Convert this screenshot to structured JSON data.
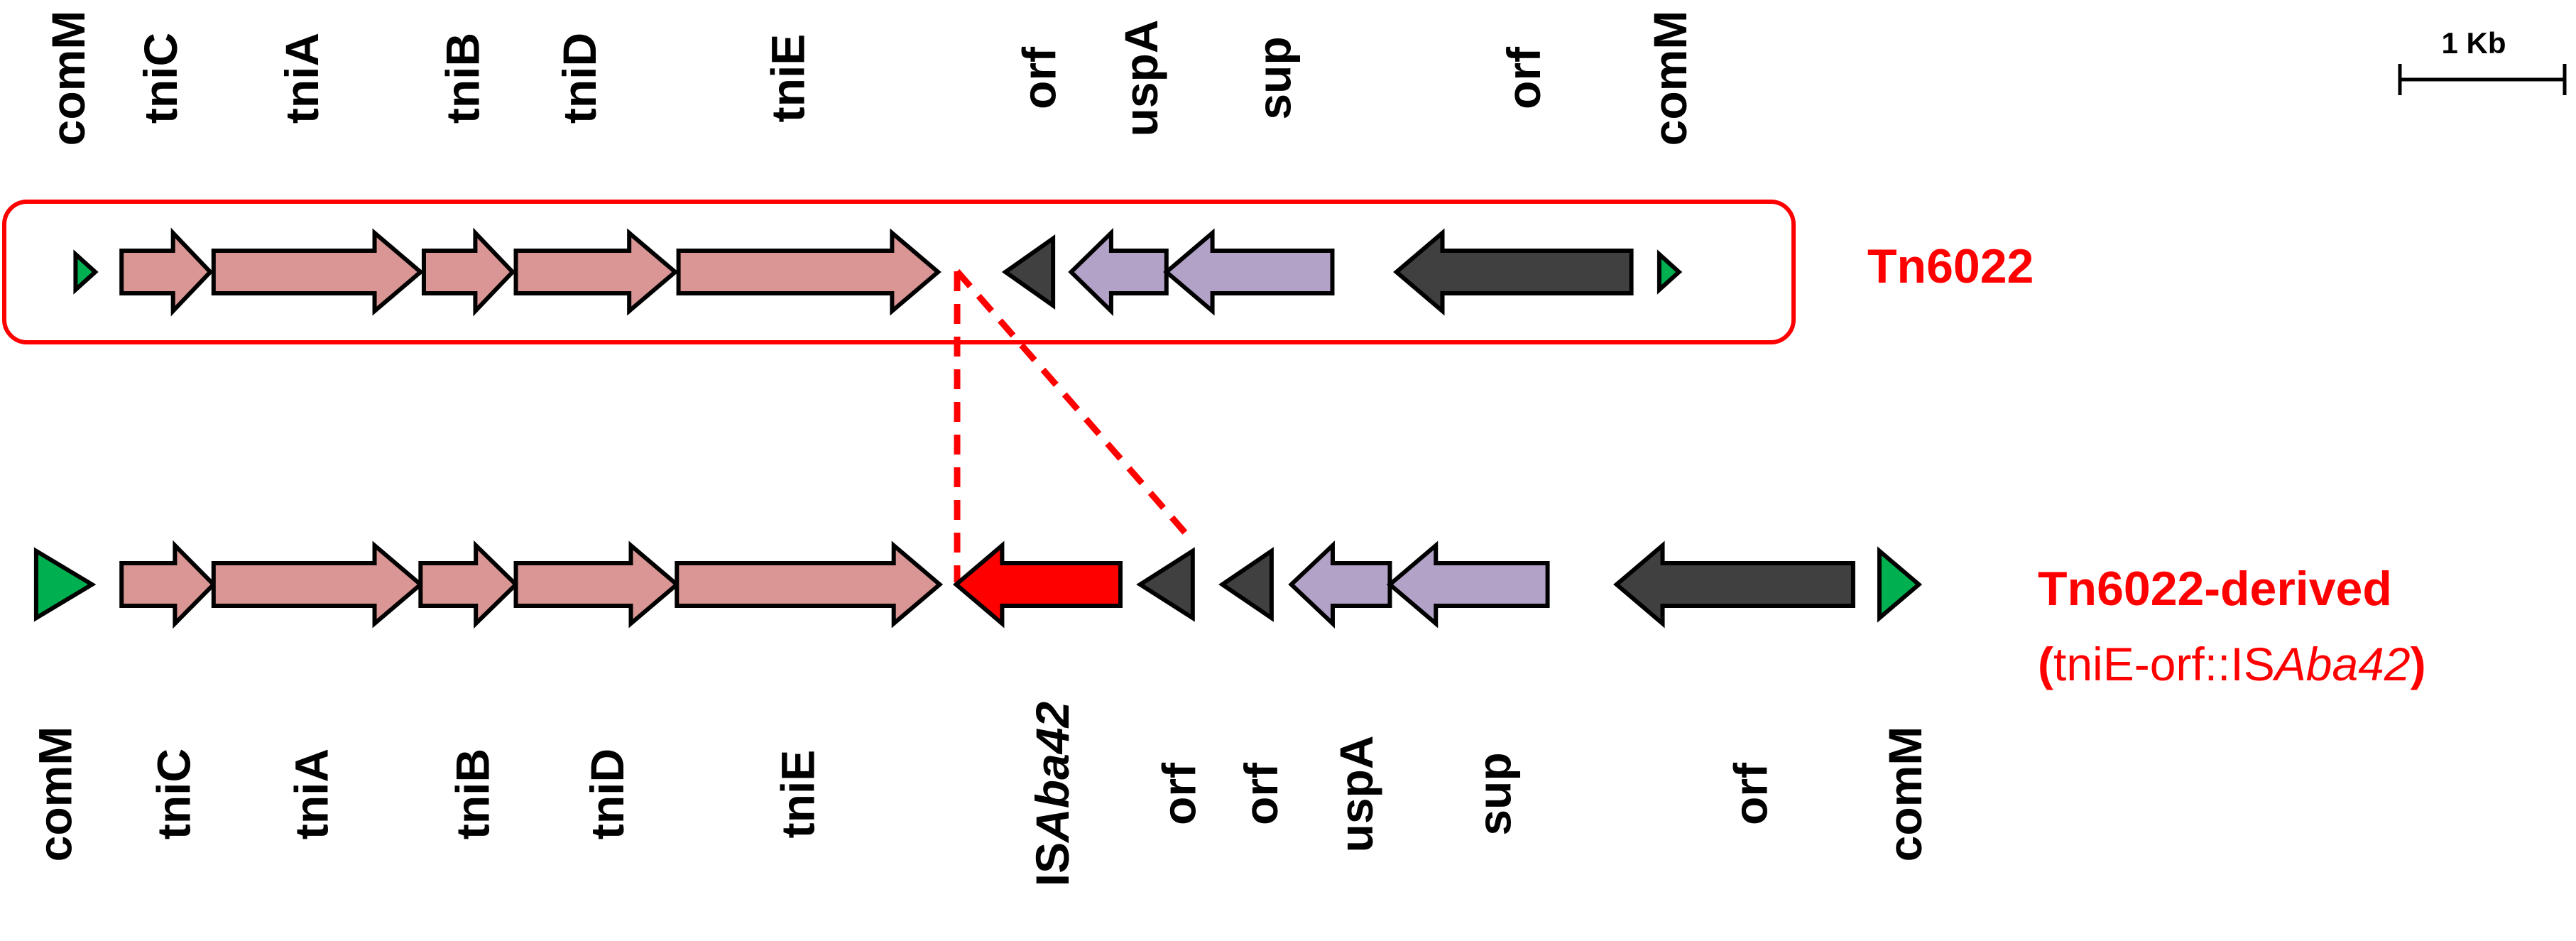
{
  "colors": {
    "tni": "#d99694",
    "purple": "#b3a2c7",
    "dark": "#404040",
    "green": "#00b050",
    "red": "#ff0000",
    "box": "#ff0000"
  },
  "scale_bar": {
    "label": "1 Kb"
  },
  "tracks": [
    {
      "title": "Tn6022",
      "subtitle": null,
      "genes": [
        {
          "label": "comM",
          "color": "green",
          "dir": "right"
        },
        {
          "label": "tniC",
          "color": "tni",
          "dir": "right"
        },
        {
          "label": "tniA",
          "color": "tni",
          "dir": "right"
        },
        {
          "label": "tniB",
          "color": "tni",
          "dir": "right"
        },
        {
          "label": "tniD",
          "color": "tni",
          "dir": "right"
        },
        {
          "label": "tniE",
          "color": "tni",
          "dir": "right"
        },
        {
          "label": "orf",
          "color": "dark",
          "dir": "left"
        },
        {
          "label": "uspA",
          "color": "purple",
          "dir": "left"
        },
        {
          "label": "sup",
          "color": "purple",
          "dir": "left"
        },
        {
          "label": "orf",
          "color": "dark",
          "dir": "left"
        },
        {
          "label": "comM",
          "color": "green",
          "dir": "right"
        }
      ]
    },
    {
      "title": "Tn6022-derived",
      "subtitle": {
        "open": "(",
        "text": "tniE-orf::IS",
        "italic": "Aba42",
        "close": ")"
      },
      "genes": [
        {
          "label": "comM",
          "color": "green",
          "dir": "right"
        },
        {
          "label": "tniC",
          "color": "tni",
          "dir": "right"
        },
        {
          "label": "tniA",
          "color": "tni",
          "dir": "right"
        },
        {
          "label": "tniB",
          "color": "tni",
          "dir": "right"
        },
        {
          "label": "tniD",
          "color": "tni",
          "dir": "right"
        },
        {
          "label": "tniE",
          "color": "tni",
          "dir": "right"
        },
        {
          "label": "ISAba42",
          "label_plain": "IS",
          "label_italic": "Aba42",
          "color": "red",
          "dir": "left"
        },
        {
          "label": "orf",
          "color": "dark",
          "dir": "left"
        },
        {
          "label": "orf",
          "color": "dark",
          "dir": "left"
        },
        {
          "label": "uspA",
          "color": "purple",
          "dir": "left"
        },
        {
          "label": "sup",
          "color": "purple",
          "dir": "left"
        },
        {
          "label": "orf",
          "color": "dark",
          "dir": "left"
        },
        {
          "label": "comM",
          "color": "green",
          "dir": "right"
        }
      ]
    }
  ]
}
